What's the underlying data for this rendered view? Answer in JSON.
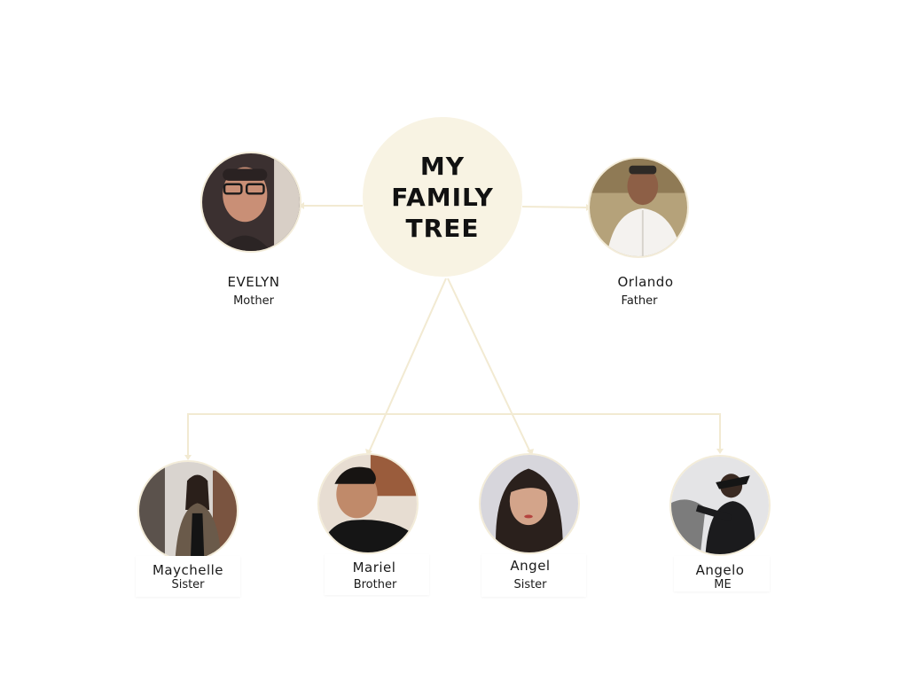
{
  "tree": {
    "title": "MY\nFAMILY\nTREE",
    "line_color": "#f2ead2",
    "center_fill": "#f8f3e3"
  },
  "parents": [
    {
      "name": "EVELYN",
      "role": "Mother"
    },
    {
      "name": "Orlando",
      "role": "Father"
    }
  ],
  "children": [
    {
      "name": "Maychelle",
      "role": "Sister"
    },
    {
      "name": "Mariel",
      "role": "Brother"
    },
    {
      "name": "Angel",
      "role": "Sister"
    },
    {
      "name": "Angelo",
      "role": "ME"
    }
  ]
}
